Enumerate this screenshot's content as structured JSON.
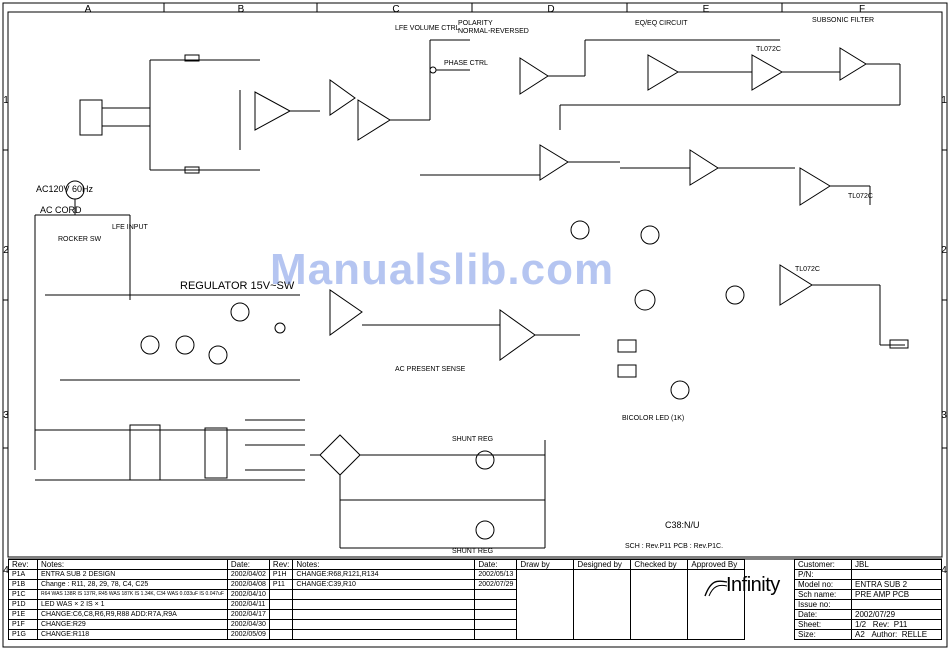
{
  "grid": {
    "columns": [
      "A",
      "B",
      "C",
      "D",
      "E",
      "F"
    ],
    "rows": [
      "1",
      "2",
      "3",
      "4"
    ]
  },
  "labels": {
    "ac_input": "AC120V 60Hz",
    "ac_cord": "AC CORD",
    "rocker_sw": "ROCKER SW",
    "lfe_input": "LFE INPUT",
    "regulator": "REGULATOR 15V~SW",
    "lfe_volume": "LFE VOLUME CTRL",
    "polarity": "POLARITY",
    "polarity_mode": "NORMAL-REVERSED",
    "phase_ctrl": "PHASE CTRL",
    "eq_circuit": "EQ/EQ CIRCUIT",
    "subsonic_filter": "SUBSONIC FILTER",
    "ac_present_sense": "AC PRESENT SENSE",
    "shunt_reg_top": "SHUNT REG",
    "shunt_reg_bottom": "SHUNT REG",
    "bicolor_led": "BICOLOR LED (1K)",
    "ic_tl072c_1": "TL072C",
    "ic_tl072c_2": "TL072C",
    "ic_tl072c_3": "TL072C",
    "note_c38": "C38:N/U",
    "note_sch_rev": "SCH : Rev.P11 PCB : Rev.P1C."
  },
  "watermark": "Manualslib.com",
  "revisions": {
    "headers": [
      "Rev:",
      "Notes:",
      "Date:",
      "Rev:",
      "Notes:",
      "Date:",
      "Draw by",
      "Designed by",
      "Checked by",
      "Approved By"
    ],
    "left": [
      {
        "rev": "P1A",
        "note": "ENTRA SUB 2 DESIGN",
        "date": "2002/04/02"
      },
      {
        "rev": "P1B",
        "note": "Change : R11, 28, 29, 78, C4, C25",
        "date": "2002/04/08"
      },
      {
        "rev": "P1C",
        "note": "R64 WAS 138R IS 137R, R45 WAS 187K IS 1.34K, C34 WAS 0.033uF IS 0.047uF",
        "date": "2002/04/10"
      },
      {
        "rev": "P1D",
        "note": "LED WAS × 2 IS × 1",
        "date": "2002/04/11"
      },
      {
        "rev": "P1E",
        "note": "CHANGE:C6,C8,R6,R9,R88   ADD:R7A,R9A",
        "date": "2002/04/17"
      },
      {
        "rev": "P1F",
        "note": "CHANGE:R29",
        "date": "2002/04/30"
      },
      {
        "rev": "P1G",
        "note": "CHANGE:R118",
        "date": "2002/05/09"
      }
    ],
    "right": [
      {
        "rev": "P1H",
        "note": "CHANGE:R68,R121,R134",
        "date": "2002/05/13"
      },
      {
        "rev": "P11",
        "note": "CHANGE:C39,R10",
        "date": "2002/07/29"
      }
    ]
  },
  "title_block": {
    "brand": "Infinity",
    "fields": [
      {
        "label": "Customer:",
        "value": "JBL"
      },
      {
        "label": "P/N:",
        "value": ""
      },
      {
        "label": "Model no:",
        "value": "ENTRA SUB 2"
      },
      {
        "label": "Sch name:",
        "value": "PRE AMP PCB"
      },
      {
        "label": "Issue no:",
        "value": ""
      },
      {
        "label": "Date:",
        "value": "2002/07/29"
      }
    ],
    "sheet_label": "Sheet:",
    "sheet": "1/2",
    "rev_label": "Rev:",
    "rev": "P11",
    "size_label": "Size:",
    "size": "A2",
    "author_label": "Author:",
    "author": "RELLE"
  },
  "colors": {
    "line": "#000000",
    "watermark": "#7896e6"
  }
}
